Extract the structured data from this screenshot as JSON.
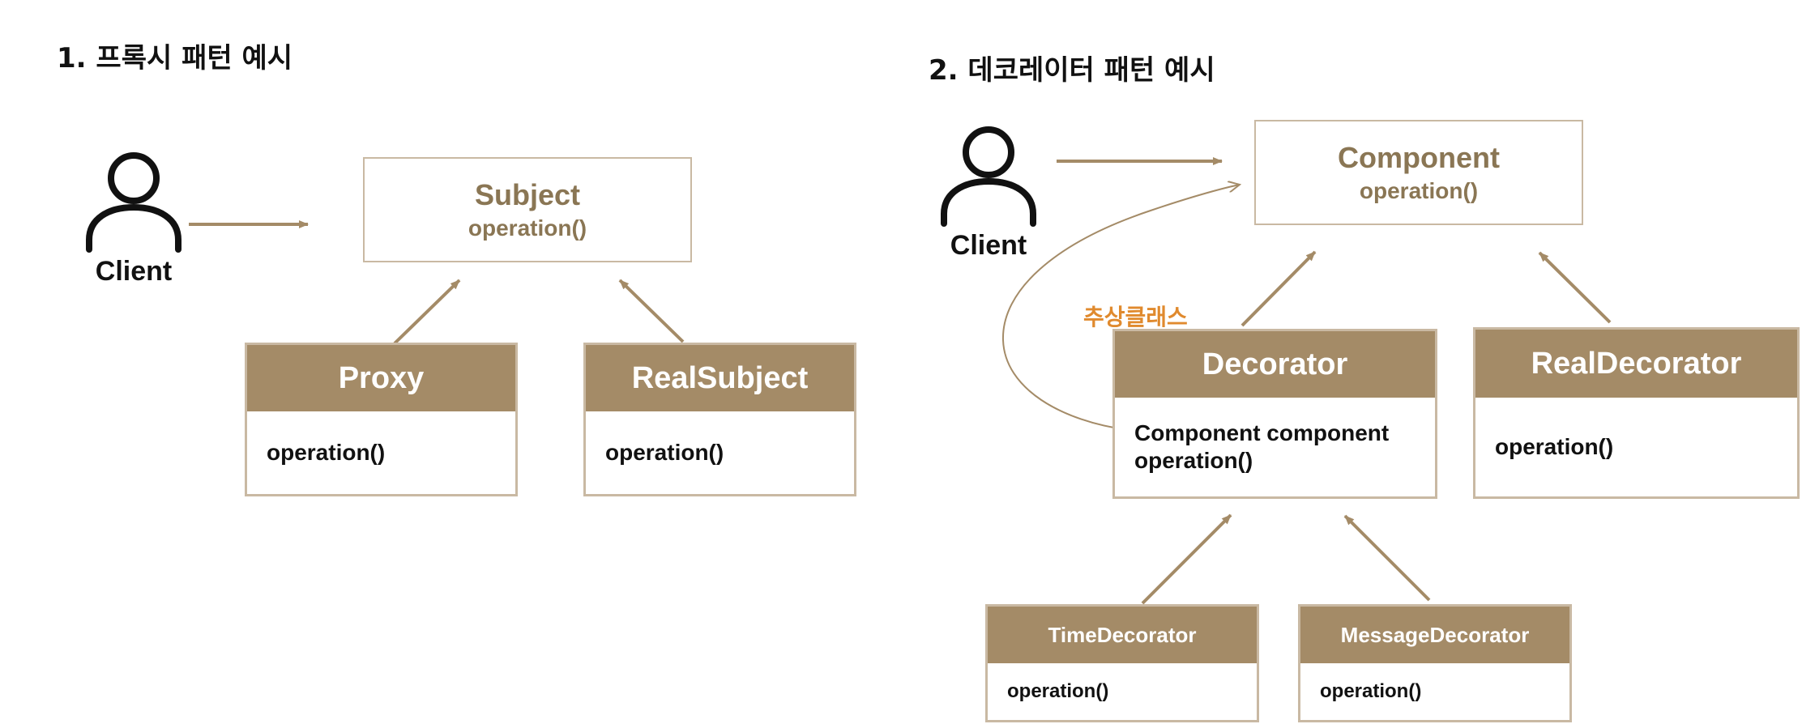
{
  "proxy_section": {
    "title": "1.  프록시 패턴 예시",
    "client_label": "Client",
    "subject": {
      "name": "Subject",
      "operation": "operation()"
    },
    "proxy": {
      "name": "Proxy",
      "operation": "operation()"
    },
    "real_subject": {
      "name": "RealSubject",
      "operation": "operation()"
    }
  },
  "decorator_section": {
    "title": "2.  데코레이터 패턴 예시",
    "client_label": "Client",
    "component": {
      "name": "Component",
      "operation": "operation()"
    },
    "abstract_note": "추상클래스",
    "decorator": {
      "name": "Decorator",
      "field": "Component component",
      "operation": "operation()"
    },
    "real_decorator": {
      "name": "RealDecorator",
      "operation": "operation()"
    },
    "time_decorator": {
      "name": "TimeDecorator",
      "operation": "operation()"
    },
    "message_decorator": {
      "name": "MessageDecorator",
      "operation": "operation()"
    }
  },
  "colors": {
    "accent": "#a48b67",
    "border": "#c9b9a3",
    "interface_text": "#8a7654",
    "note": "#e08a2e"
  }
}
